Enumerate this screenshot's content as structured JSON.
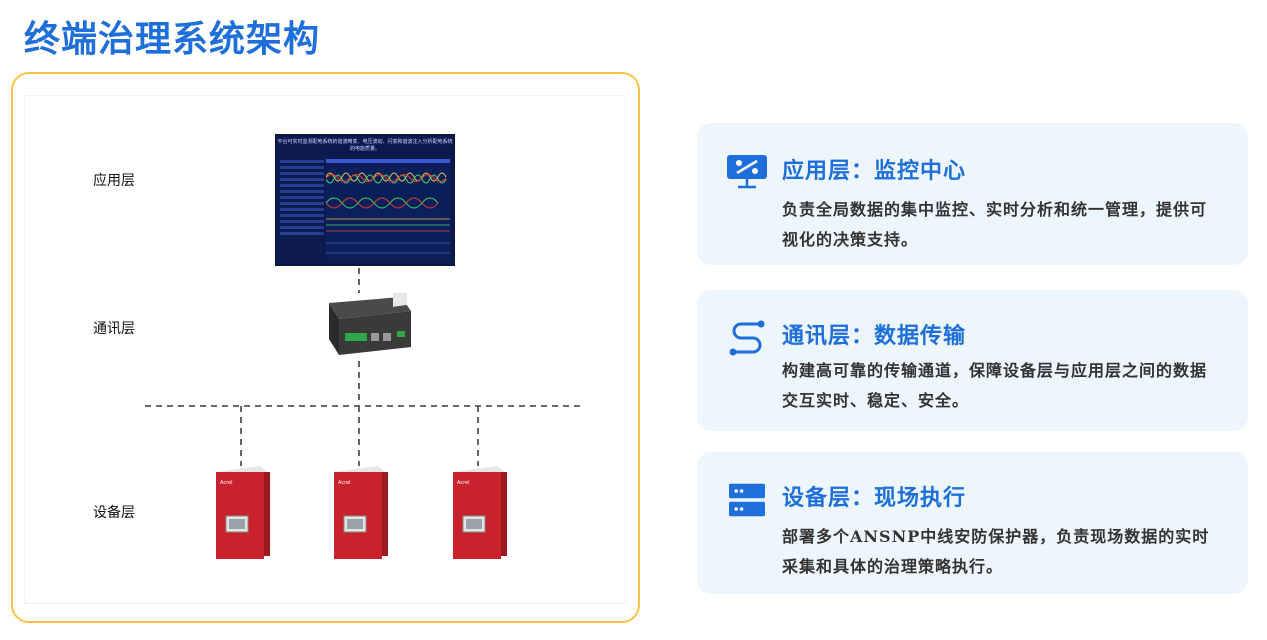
{
  "page": {
    "title": "终端治理系统架构"
  },
  "diagram": {
    "layers": {
      "application": "应用层",
      "communication": "通讯层",
      "device": "设备层"
    },
    "monitor_caption": "平台可实时监测配电系统的谐波畸变、电压波动、闪变和谐波注入分析配电系统的电能质量。",
    "breaker_brand": "Acrel",
    "breaker_count": 3
  },
  "cards": [
    {
      "icon": "monitor-chart-icon",
      "title": "应用层：监控中心",
      "desc": "负责全局数据的集中监控、实时分析和统一管理，提供可视化的决策支持。"
    },
    {
      "icon": "route-link-icon",
      "title": "通讯层：数据传输",
      "desc": "构建高可靠的传输通道，保障设备层与应用层之间的数据交互实时、稳定、安全。"
    },
    {
      "icon": "server-rack-icon",
      "title": "设备层：现场执行",
      "desc": "部署多个ANSNP中线安防保护器，负责现场数据的实时采集和具体的治理策略执行。"
    }
  ],
  "colors": {
    "accent": "#1e6fd9",
    "frame": "#f6c443",
    "card_bg": "#eef6fd",
    "device_red": "#c8232c"
  }
}
